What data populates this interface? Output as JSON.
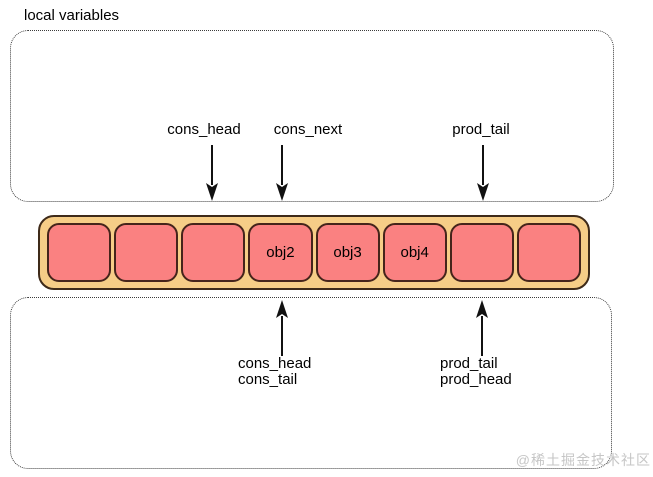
{
  "title": "local variables",
  "top_pointers": [
    {
      "label": "cons_head"
    },
    {
      "label": "cons_next"
    },
    {
      "label": "prod_tail"
    }
  ],
  "buffer": {
    "cells": [
      {
        "label": ""
      },
      {
        "label": ""
      },
      {
        "label": ""
      },
      {
        "label": "obj2"
      },
      {
        "label": "obj3"
      },
      {
        "label": "obj4"
      },
      {
        "label": ""
      },
      {
        "label": ""
      }
    ]
  },
  "bottom_pointers": [
    {
      "labels": [
        "cons_head",
        "cons_tail"
      ]
    },
    {
      "labels": [
        "prod_tail",
        "prod_head"
      ]
    }
  ],
  "watermark": "@稀土掘金技术社区",
  "colors": {
    "container_fill": "#f6cd87",
    "cell_fill": "#fa8181",
    "shape_border": "#3e2a19",
    "cell_border": "#45241b",
    "watermark_gray": "#c6c6c6"
  }
}
